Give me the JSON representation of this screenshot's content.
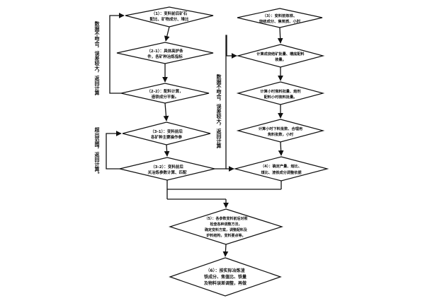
{
  "nodes": {
    "n1": {
      "lines": [
        "（1）：变料前后矿石",
        "配比、矿物成分、堆比"
      ]
    },
    "n21": {
      "lines": [
        "（2-1）：具体高炉条",
        "件，各矿种冶炼指标"
      ]
    },
    "n22": {
      "lines": [
        "（2-2）：配料计算，",
        "造铁成分平衡。"
      ]
    },
    "n31": {
      "lines": [
        "（3-1）：变料前后",
        "各矿种主要操作参"
      ]
    },
    "n32": {
      "lines": [
        "（3-2）：变料前后",
        "关冶炼参数计算、匹配"
      ]
    },
    "n3": {
      "lines": [
        "（3）：变料前炼铁、",
        "烧结成分、焦炭质、小时"
      ]
    },
    "r1": {
      "lines": [
        "计算成烧结矿批量、槽底配料",
        "装量。"
      ]
    },
    "r2": {
      "lines": [
        "计算小时焦料批量、熔剂",
        "配料小时装料批量。"
      ]
    },
    "r3": {
      "lines": [
        "计算小时下料批数、合理用",
        "焦料批数，小时"
      ]
    },
    "n4": {
      "lines": [
        "（4）：确定产量、熔比、",
        "煤比、渣铁成分调整依据"
      ]
    },
    "n5": {
      "lines": [
        "（5）：各参数变料前后对照",
        "检查各种调整方法，",
        "确定变料方案，调整配料及",
        "炉料结构，变料要点等。"
      ]
    },
    "n6": {
      "lines": [
        "（6）：按实际冶炼渣",
        "铁成分、焦值比、铁量",
        "及物料误差调整，再做"
      ]
    }
  },
  "side_labels": {
    "left_top": "数据不吻合，误差较大，返回计算",
    "left_bottom": "超出范围，返回计算。",
    "middle": "数据不吻合，误差较大，返回计算"
  },
  "colors": {
    "stroke": "#111111",
    "fill": "#ffffff",
    "text": "#111111"
  }
}
